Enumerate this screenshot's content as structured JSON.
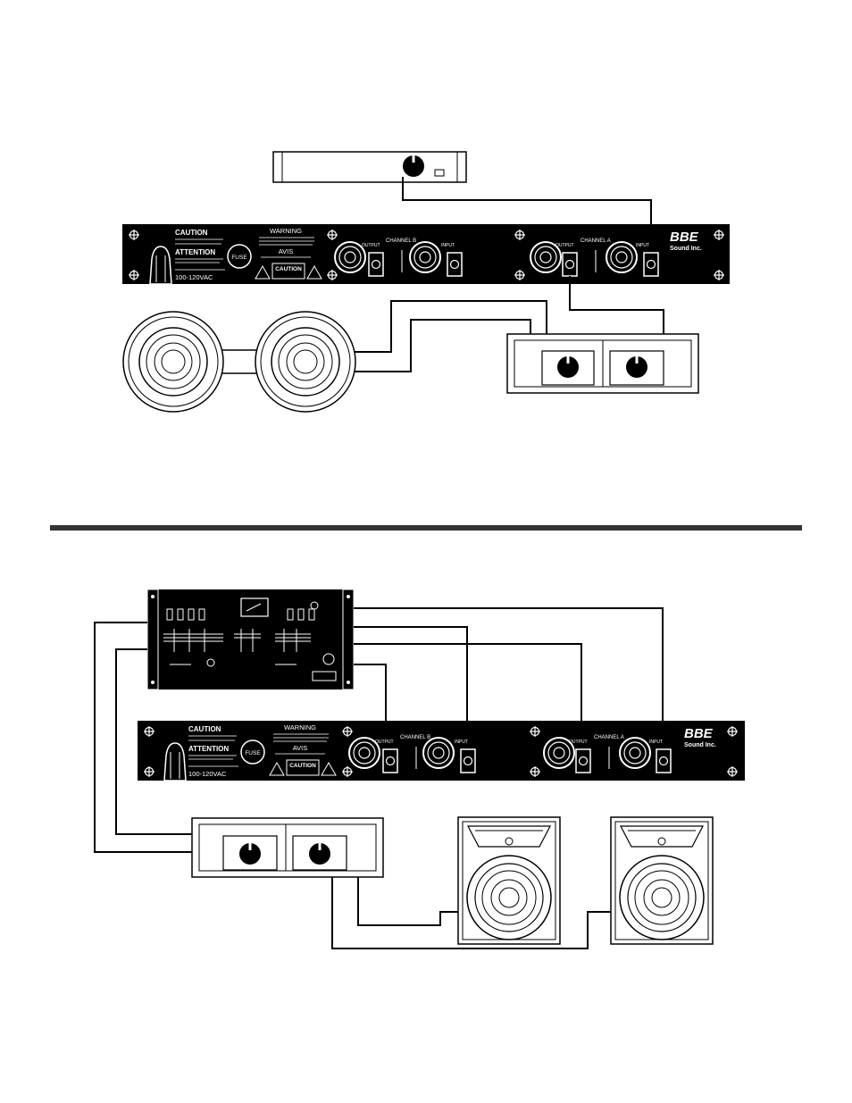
{
  "upper_diagram": {
    "unit_panel": {
      "caution_heading": "CAUTION",
      "warning_heading": "WARNING",
      "attention_heading": "ATTENTION",
      "avis_heading": "AVIS",
      "fuse_label": "FUSE",
      "caution_badge": "CAUTION",
      "voltage_label": "100-120VAC",
      "channel_b_label": "CHANNEL B",
      "channel_a_label": "CHANNEL A",
      "output_label_b": "OUTPUT",
      "input_label_b": "INPUT",
      "output_label_a": "OUTPUT",
      "input_label_a": "INPUT",
      "brand_logo": "BBE",
      "brand_sub": "Sound Inc."
    }
  },
  "lower_diagram": {
    "unit_panel": {
      "caution_heading": "CAUTION",
      "warning_heading": "WARNING",
      "attention_heading": "ATTENTION",
      "avis_heading": "AVIS",
      "fuse_label": "FUSE",
      "caution_badge": "CAUTION",
      "voltage_label": "100-120VAC",
      "channel_b_label": "CHANNEL B",
      "channel_a_label": "CHANNEL A",
      "output_label_b": "OUTPUT",
      "input_label_b": "INPUT",
      "output_label_a": "OUTPUT",
      "input_label_a": "INPUT",
      "brand_logo": "BBE",
      "brand_sub": "Sound Inc."
    }
  },
  "colors": {
    "ink": "#000000",
    "paper": "#ffffff",
    "divider": "#333333"
  }
}
